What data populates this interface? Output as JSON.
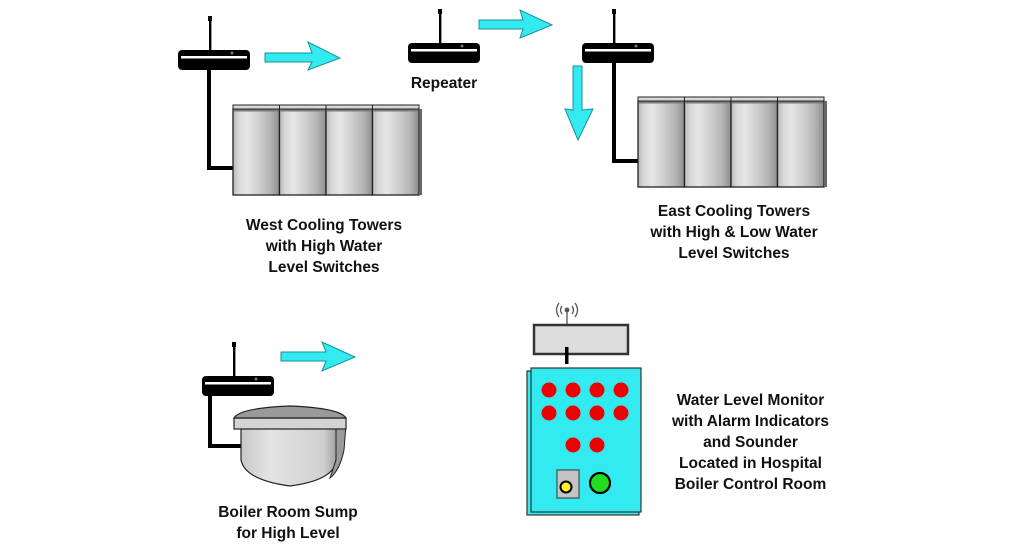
{
  "diagram": {
    "title": "Hospital Cooling Tower and Boiler Sump Wireless Water Level Monitoring",
    "colors": {
      "arrow": "#33eaf0",
      "panel": "#33eaf0",
      "alarm_led": "#ee0000",
      "status_led": "#22dd22",
      "sounder": "#ffee22",
      "transmitter": "#000000"
    },
    "nodes": {
      "west_transmitter": {
        "icon": "radio-transmitter-icon"
      },
      "repeater": {
        "icon": "radio-transmitter-icon",
        "label": "Repeater"
      },
      "east_transmitter": {
        "icon": "radio-transmitter-icon"
      },
      "sump_transmitter": {
        "icon": "radio-transmitter-icon"
      },
      "west_towers": {
        "icon": "cooling-tower-icon",
        "tower_count": 4,
        "label_lines": [
          "West Cooling Towers",
          "with High Water",
          "Level Switches"
        ]
      },
      "east_towers": {
        "icon": "cooling-tower-icon",
        "tower_count": 4,
        "label_lines": [
          "East Cooling Towers",
          "with High & Low Water",
          "Level Switches"
        ]
      },
      "boiler_sump": {
        "icon": "sump-tank-icon",
        "label_lines": [
          "Boiler Room Sump",
          "for High Level"
        ]
      },
      "monitor": {
        "icon": "control-panel-icon",
        "alarm_indicator_count": 10,
        "label_lines": [
          "Water Level Monitor",
          "with Alarm Indicators",
          "and Sounder",
          "Located in Hospital",
          "Boiler Control Room"
        ]
      }
    },
    "signal_arrows": [
      {
        "from": "west_transmitter",
        "to": "repeater",
        "direction": "right"
      },
      {
        "from": "repeater",
        "to": "east_transmitter",
        "direction": "right"
      },
      {
        "from": "east_transmitter",
        "to": "monitor",
        "direction": "down"
      },
      {
        "from": "sump_transmitter",
        "to": "monitor",
        "direction": "right"
      }
    ]
  }
}
